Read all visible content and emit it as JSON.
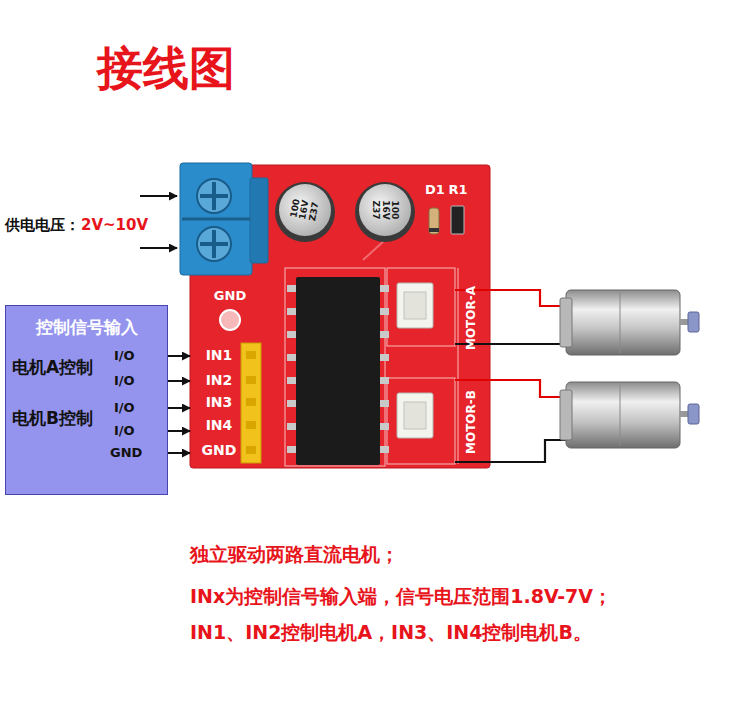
{
  "diagram": {
    "title": "接线图",
    "nodes": [
      {
        "text": [
          "D1",
          "R1",
          "100 16V Z37",
          "100 16V Z37",
          "GND",
          "IN1",
          "IN2",
          "IN3",
          "IN4",
          "GND",
          "MOTOR-A",
          "MOTOR-B"
        ]
      },
      {
        "text": [
          "控制信号输入",
          "电机A控制",
          "I/O",
          "I/O",
          "电机B控制",
          "I/O",
          "I/O",
          "GND"
        ]
      }
    ],
    "edges": [
      {
        "from": 1,
        "to": 0,
        "arrow": "to"
      },
      {
        "from": 1,
        "to": 0,
        "arrow": "to"
      },
      {
        "from": 1,
        "to": 0,
        "arrow": "to"
      },
      {
        "from": 1,
        "to": 0,
        "arrow": "to"
      },
      {
        "from": 1,
        "to": 0,
        "arrow": "to"
      }
    ],
    "labels": [
      "供电电压：",
      "2V~10V",
      "独立驱动两路直流电机；",
      "INx为控制信号输入端，信号电压范围1.8V-7V；",
      "IN1、IN2控制电机A，IN3、IN4控制电机B。"
    ]
  }
}
